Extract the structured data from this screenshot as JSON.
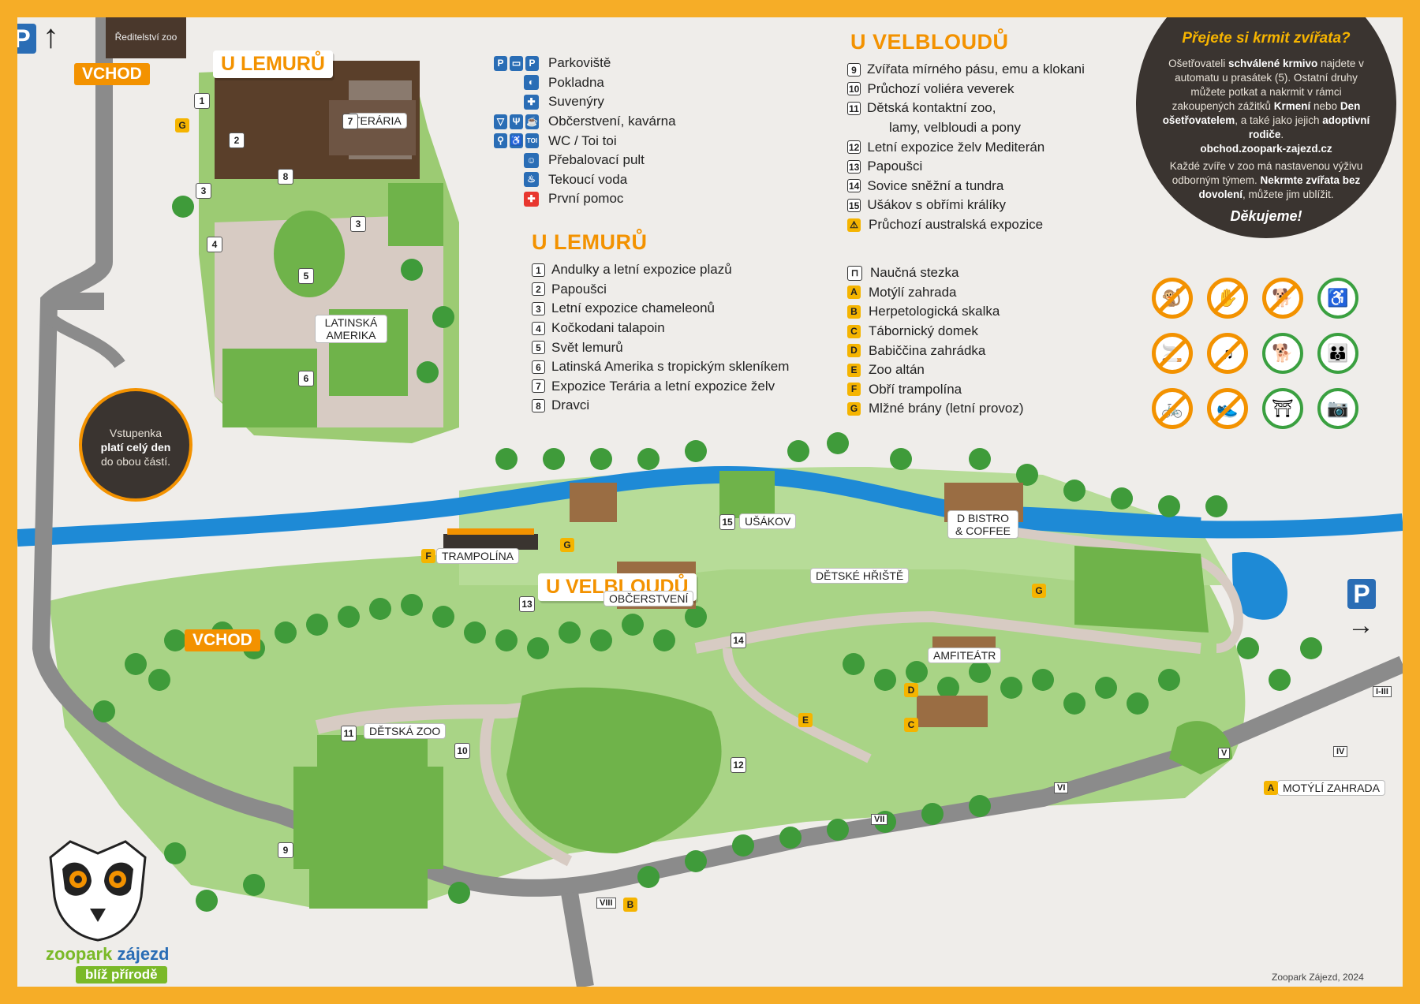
{
  "header": {
    "office_label": "Ředitelství zoo",
    "parking_letter": "P",
    "entrance_label": "VCHOD"
  },
  "areas": {
    "lemuru_title": "U LEMURŮ",
    "velbloudu_title": "U VELBLOUDŮ",
    "teraria_label": "TERÁRIA",
    "latinska_label": "LATINSKÁ AMERIKA",
    "trampolina_label": "TRAMPOLÍNA",
    "obcerstveni_label": "OBČERSTVENÍ",
    "usakov_label": "UŠÁKOV",
    "detske_hriste_label": "DĚTSKÉ HŘIŠTĚ",
    "bistro_label": "D BISTRO & COFFEE",
    "amfiteatr_label": "AMFITEÁTR",
    "detska_zoo_label": "DĚTSKÁ ZOO",
    "motyli_label": "MOTÝLÍ ZAHRADA"
  },
  "legend_services": [
    {
      "icons": [
        "P",
        "▭",
        "P"
      ],
      "label": "Parkoviště"
    },
    {
      "icons": [
        "◐"
      ],
      "label": "Pokladna"
    },
    {
      "icons": [
        "✚"
      ],
      "label": "Suvenýry"
    },
    {
      "icons": [
        "▽",
        "Ψ",
        "☕"
      ],
      "label": "Občerstvení, kavárna"
    },
    {
      "icons": [
        "⚲",
        "♿",
        "TOI"
      ],
      "label": "WC / Toi toi"
    },
    {
      "icons": [
        "☺"
      ],
      "label": "Přebalovací pult"
    },
    {
      "icons": [
        "♨"
      ],
      "label": "Tekoucí voda"
    },
    {
      "icons": [
        "✚"
      ],
      "label": "První pomoc"
    }
  ],
  "legend_lemuru": {
    "title": "U LEMURŮ",
    "items": [
      {
        "n": "1",
        "label": "Andulky a letní expozice plazů"
      },
      {
        "n": "2",
        "label": "Papoušci"
      },
      {
        "n": "3",
        "label": "Letní expozice chameleonů"
      },
      {
        "n": "4",
        "label": "Kočkodani talapoin"
      },
      {
        "n": "5",
        "label": "Svět lemurů"
      },
      {
        "n": "6",
        "label": "Latinská Amerika s tropickým skleníkem"
      },
      {
        "n": "7",
        "label": "Expozice Terária a letní expozice želv"
      },
      {
        "n": "8",
        "label": "Dravci"
      }
    ]
  },
  "legend_velbloudu": {
    "title": "U VELBLOUDŮ",
    "items": [
      {
        "n": "9",
        "label": "Zvířata mírného pásu, emu a klokani"
      },
      {
        "n": "10",
        "label": "Průchozí voliéra veverek"
      },
      {
        "n": "11",
        "label": "Dětská kontaktní zoo,"
      },
      {
        "n": "",
        "label": "lamy, velbloudi a pony"
      },
      {
        "n": "12",
        "label": "Letní expozice želv Mediterán"
      },
      {
        "n": "13",
        "label": "Papoušci"
      },
      {
        "n": "14",
        "label": "Sovice sněžní a tundra"
      },
      {
        "n": "15",
        "label": "Ušákov s obřími králíky"
      },
      {
        "n": "⚠",
        "label": "Průchozí australská expozice"
      }
    ]
  },
  "legend_letters": [
    {
      "l": "⊓",
      "label": "Naučná stezka"
    },
    {
      "l": "A",
      "label": "Motýlí zahrada"
    },
    {
      "l": "B",
      "label": "Herpetologická skalka"
    },
    {
      "l": "C",
      "label": "Tábornický domek"
    },
    {
      "l": "D",
      "label": "Babiččina zahrádka"
    },
    {
      "l": "E",
      "label": "Zoo altán"
    },
    {
      "l": "F",
      "label": "Obří trampolína"
    },
    {
      "l": "G",
      "label": "Mlžné brány (letní provoz)"
    }
  ],
  "feeding": {
    "title": "Přejete si krmit zvířata?",
    "p1_a": "Ošetřovateli ",
    "p1_b": "schválené krmivo",
    "p1_c": " najdete v automatu u prasátek (5). Ostatní druhy můžete potkat a nakrmit v rámci zakoupených zážitků ",
    "p1_d": "Krmení",
    "p1_e": " nebo ",
    "p1_f": "Den ošetřovatelem",
    "p1_g": ", a také jako jejich ",
    "p1_h": "adoptivní rodiče",
    "p1_i": ".",
    "link": "obchod.zoopark-zajezd.cz",
    "p2_a": "Každé zvíře v zoo má nastavenou výživu odborným týmem. ",
    "p2_b": "Nekrmte zvířata bez dovolení",
    "p2_c": ", můžete jim ublížit.",
    "thanks": "Děkujeme!"
  },
  "ticket": {
    "line1": "Vstupenka",
    "line2": "platí celý den",
    "line3": "do obou částí."
  },
  "logo": {
    "text_a": "zoopark",
    "text_b": " zájezd",
    "tagline": "blíž přírodě"
  },
  "copyright": "Zoopark Zájezd, 2024",
  "colors": {
    "frame": "#f6ad27",
    "accent": "#f39200",
    "river": "#1e8ad6",
    "grass": "#9ccb73",
    "paddock": "#6fb34a",
    "path": "#d7cbc3",
    "road": "#8b8b8b",
    "service_blue": "#2a6db5",
    "dark": "#3a3430"
  }
}
